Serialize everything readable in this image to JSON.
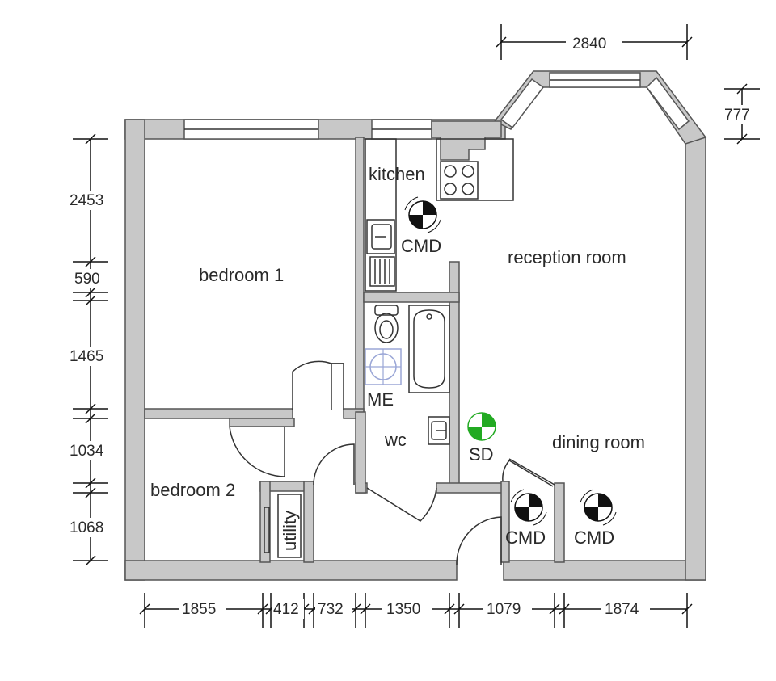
{
  "rooms": {
    "bedroom1": "bedroom 1",
    "bedroom2": "bedroom 2",
    "kitchen": "kitchen",
    "reception": "reception room",
    "dining": "dining room",
    "wc": "wc",
    "utility": "utility"
  },
  "symbols": {
    "cmd_kitchen": "CMD",
    "cmd_hall": "CMD",
    "cmd_dining": "CMD",
    "me": "ME",
    "sd": "SD"
  },
  "dimensions": {
    "top": "2840",
    "bay_depth": "777",
    "left": [
      "2453",
      "590",
      "1465",
      "1034",
      "1068"
    ],
    "bottom": [
      "1855",
      "412",
      "732",
      "1350",
      "1079",
      "1874"
    ]
  },
  "colors": {
    "wall_fill": "#c8c8c8",
    "smoke_detector": "#22aa22",
    "meter_icon": "#9aa6d6",
    "cmd_icon": "#111111"
  }
}
